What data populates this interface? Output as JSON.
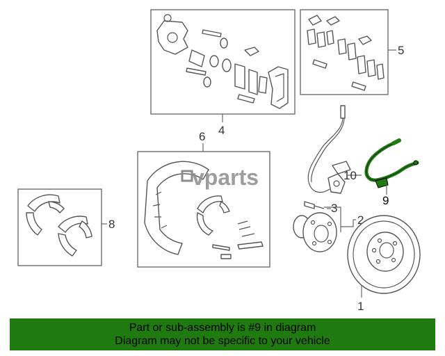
{
  "callouts": {
    "c1": "1",
    "c2": "2",
    "c3": "3",
    "c4": "4",
    "c5": "5",
    "c6": "6",
    "c8": "8",
    "c9": "9",
    "c10": "10"
  },
  "watermark": "vparts",
  "banner": {
    "line1": "Part or sub-assembly is #9 in diagram",
    "line2": "Diagram may not be specific to your vehicle",
    "color": "#1f7a0f"
  },
  "highlight_color": "#1f7a0f"
}
